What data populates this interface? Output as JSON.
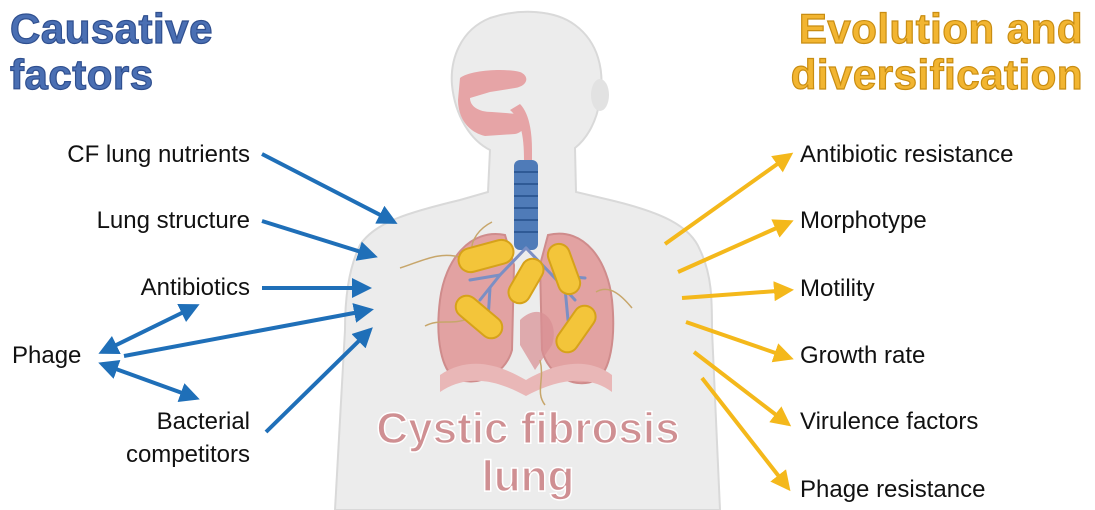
{
  "headings": {
    "causative": [
      "Causative",
      "factors"
    ],
    "evolution": [
      "Evolution and",
      "diversification"
    ]
  },
  "causative_factors": [
    "CF lung nutrients",
    "Lung structure",
    "Antibiotics",
    "Phage",
    "Bacterial",
    "competitors"
  ],
  "outcomes": [
    "Antibiotic resistance",
    "Morphotype",
    "Motility",
    "Growth rate",
    "Virulence factors",
    "Phage resistance"
  ],
  "center_label": [
    "Cystic fibrosis",
    "lung"
  ],
  "colors": {
    "causative_blue": "#1f6fb8",
    "heading_blue": "#4a6fb3",
    "evolution_yellow": "#f4b81b",
    "heading_yellow": "#f2b531",
    "lung_pink": "#e2a2a2",
    "airway_blue": "#4f7bb8",
    "bacteria_yellow": "#f3c53a"
  }
}
